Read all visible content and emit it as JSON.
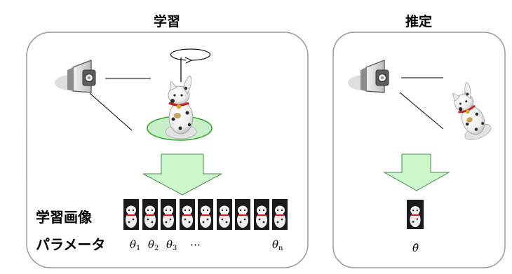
{
  "learning": {
    "title": "学習",
    "training_images_label": "学習画像",
    "parameters_label": "パラメータ",
    "theta_labels": [
      {
        "base": "θ",
        "sub": "1"
      },
      {
        "base": "θ",
        "sub": "2"
      },
      {
        "base": "θ",
        "sub": "3"
      },
      {
        "base": "θ",
        "sub": "n"
      }
    ],
    "ellipsis": "⋯",
    "training_image_count": 9
  },
  "estimation": {
    "title": "推定",
    "theta_hat": "θ̂"
  },
  "colors": {
    "panel_border": "#9a9a9a",
    "turntable_fill": "#c8f0c8",
    "turntable_stroke": "#2aa52a",
    "arrow_fill": "#ccf7cc",
    "arrow_stroke": "#4a8a4a",
    "thumb_bg": "#1b1b1b",
    "camera_icon": "#707070"
  },
  "icons": [
    "camera-icon",
    "maneki-neko-figurine",
    "rotation-arrow-icon",
    "down-arrow-icon"
  ]
}
